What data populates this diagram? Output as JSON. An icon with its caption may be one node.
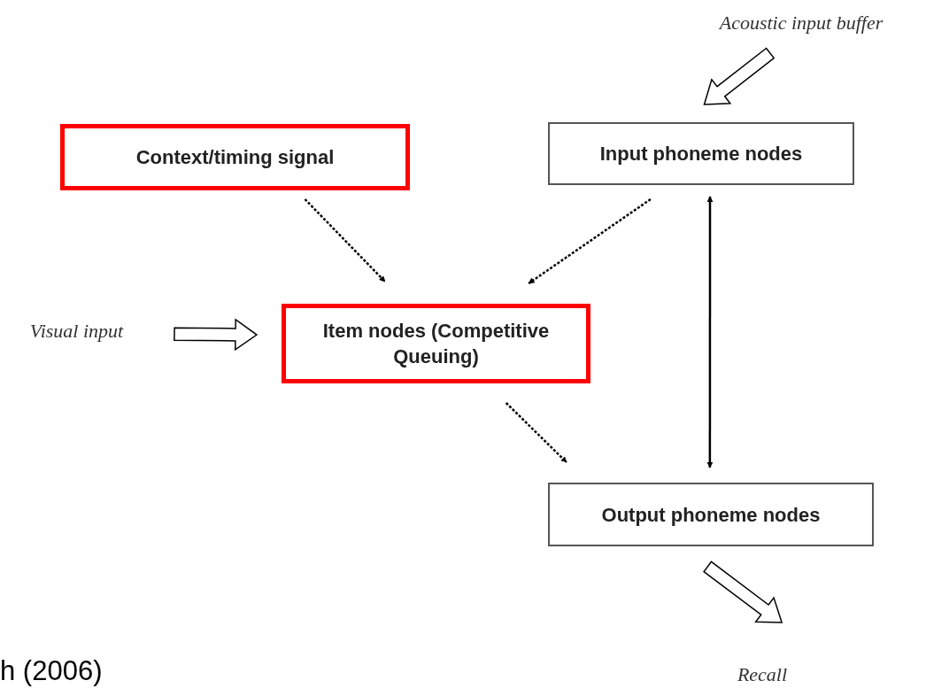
{
  "diagram": {
    "nodes": [
      {
        "text": [
          "Context/timing signal"
        ]
      },
      {
        "text": [
          "Input phoneme nodes"
        ]
      },
      {
        "text": [
          "Visual input"
        ]
      },
      {
        "text": [
          "Item nodes (Competitive Queuing)"
        ]
      },
      {
        "text": [
          "Output phoneme nodes"
        ]
      },
      {
        "text": [
          "Acoustic input buffer"
        ]
      },
      {
        "text": [
          "Recall"
        ]
      }
    ],
    "edges": [
      {
        "from": 0,
        "to": 3,
        "arrow": "to",
        "style": "dashed"
      },
      {
        "from": 1,
        "to": 3,
        "arrow": "to",
        "style": "dashed"
      },
      {
        "from": 2,
        "to": 3,
        "arrow": "to",
        "style": "thick"
      },
      {
        "from": 3,
        "to": 4,
        "arrow": "to",
        "style": "dashed"
      },
      {
        "from": 1,
        "to": 4,
        "arrow": "both"
      },
      {
        "from": 5,
        "to": 1,
        "arrow": "to",
        "style": "thick"
      },
      {
        "from": 4,
        "to": 6,
        "arrow": "to",
        "style": "thick"
      }
    ],
    "labels": [
      "h (2006)"
    ]
  }
}
